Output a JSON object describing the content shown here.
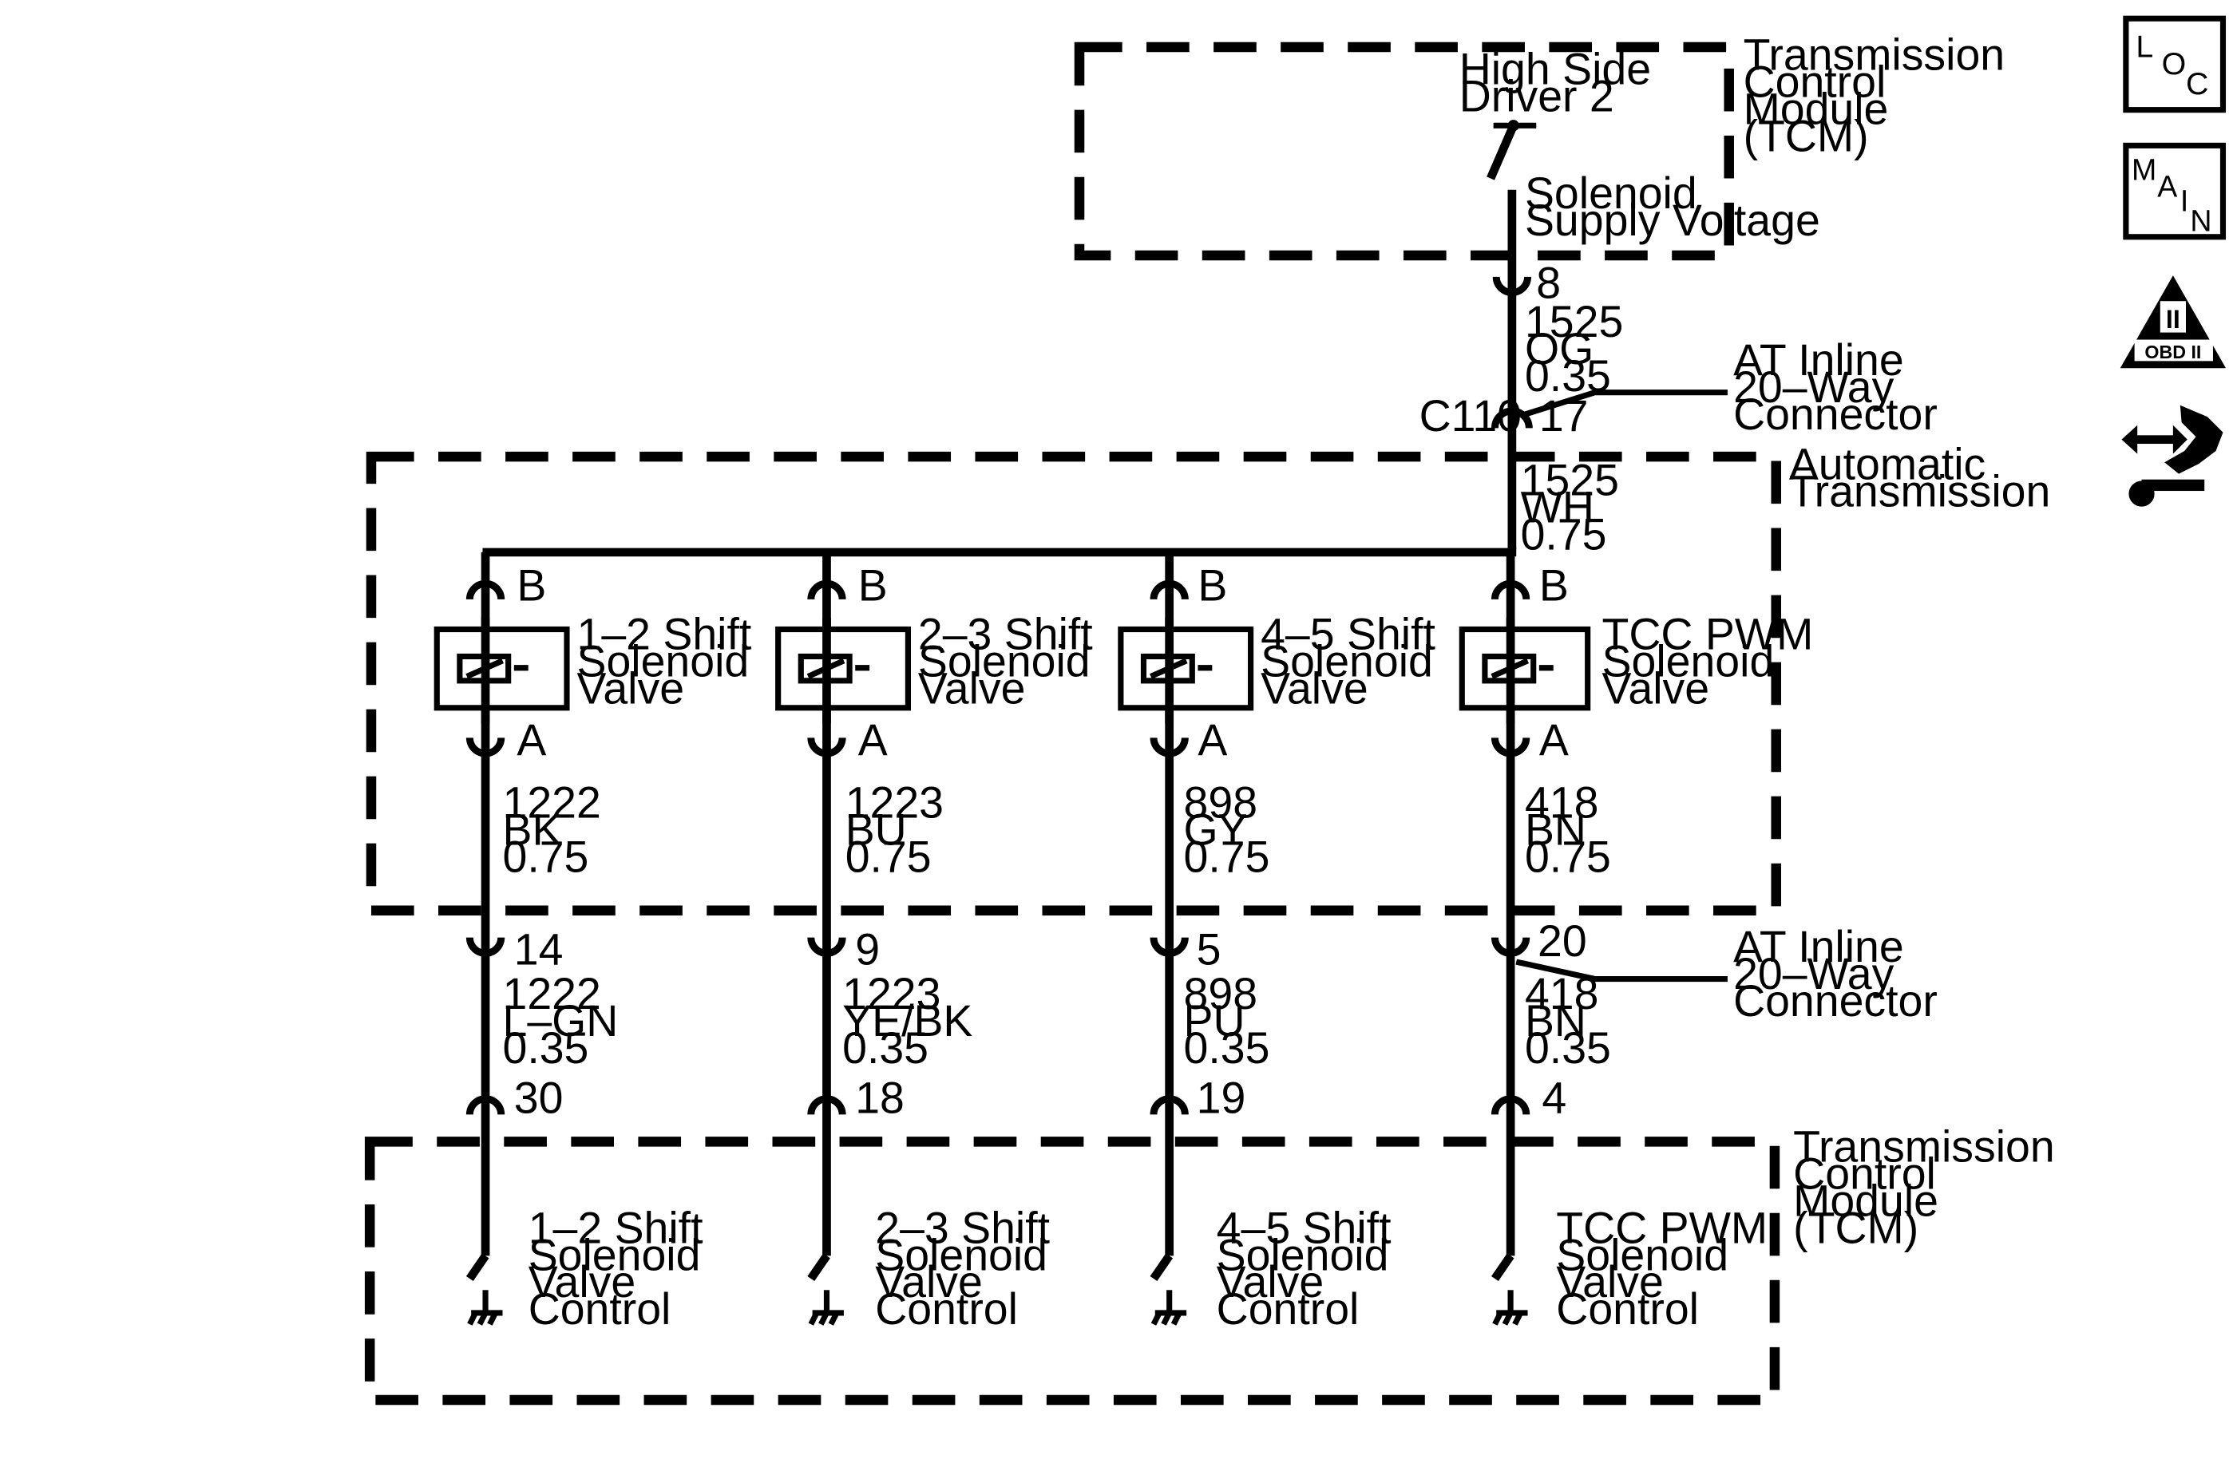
{
  "side_icons": {
    "loc": [
      "L",
      "O",
      "C"
    ],
    "main": [
      "M",
      "A",
      "I",
      "N"
    ],
    "obd": {
      "mark": "II",
      "text": "OBD II"
    },
    "connector_icon": "connector-end-view-icon"
  },
  "tcm_top": {
    "title": [
      "Transmission",
      "Control",
      "Module",
      "(TCM)"
    ],
    "driver": [
      "High Side",
      "Driver 2"
    ],
    "supply": [
      "Solenoid",
      "Supply Voltage"
    ]
  },
  "supply_pin": "8",
  "supply_wire_1": [
    "1525",
    "OG",
    "0.35"
  ],
  "inline_top": {
    "connector_id": "C110",
    "pin": "17",
    "label": [
      "AT Inline",
      "20–Way",
      "Connector"
    ]
  },
  "supply_wire_2": [
    "1525",
    "WH",
    "0.75"
  ],
  "transmission_title": [
    "Automatic",
    "Transmission"
  ],
  "inline_bottom": {
    "label": [
      "AT Inline",
      "20–Way",
      "Connector"
    ]
  },
  "tcm_bottom_title": [
    "Transmission",
    "Control",
    "Module",
    "(TCM)"
  ],
  "solenoids": [
    {
      "pin_b": "B",
      "pin_a": "A",
      "name": [
        "1–2 Shift",
        "Solenoid",
        "Valve"
      ],
      "wire_in": [
        "1222",
        "BK",
        "0.75"
      ],
      "inline_pin": "14",
      "wire_out": [
        "1222",
        "L–GN",
        "0.35"
      ],
      "tcm_pin": "30",
      "control": [
        "1–2 Shift",
        "Solenoid",
        "Valve",
        "Control"
      ]
    },
    {
      "pin_b": "B",
      "pin_a": "A",
      "name": [
        "2–3 Shift",
        "Solenoid",
        "Valve"
      ],
      "wire_in": [
        "1223",
        "BU",
        "0.75"
      ],
      "inline_pin": "9",
      "wire_out": [
        "1223",
        "YE/BK",
        "0.35"
      ],
      "tcm_pin": "18",
      "control": [
        "2–3 Shift",
        "Solenoid",
        "Valve",
        "Control"
      ]
    },
    {
      "pin_b": "B",
      "pin_a": "A",
      "name": [
        "4–5 Shift",
        "Solenoid",
        "Valve"
      ],
      "wire_in": [
        "898",
        "GY",
        "0.75"
      ],
      "inline_pin": "5",
      "wire_out": [
        "898",
        "PU",
        "0.35"
      ],
      "tcm_pin": "19",
      "control": [
        "4–5 Shift",
        "Solenoid",
        "Valve",
        "Control"
      ]
    },
    {
      "pin_b": "B",
      "pin_a": "A",
      "name": [
        "TCC PWM",
        "Solenoid",
        "Valve"
      ],
      "wire_in": [
        "418",
        "BN",
        "0.75"
      ],
      "inline_pin": "20",
      "wire_out": [
        "418",
        "BN",
        "0.35"
      ],
      "tcm_pin": "4",
      "control": [
        "TCC PWM",
        "Solenoid",
        "Valve",
        "Control"
      ]
    }
  ]
}
